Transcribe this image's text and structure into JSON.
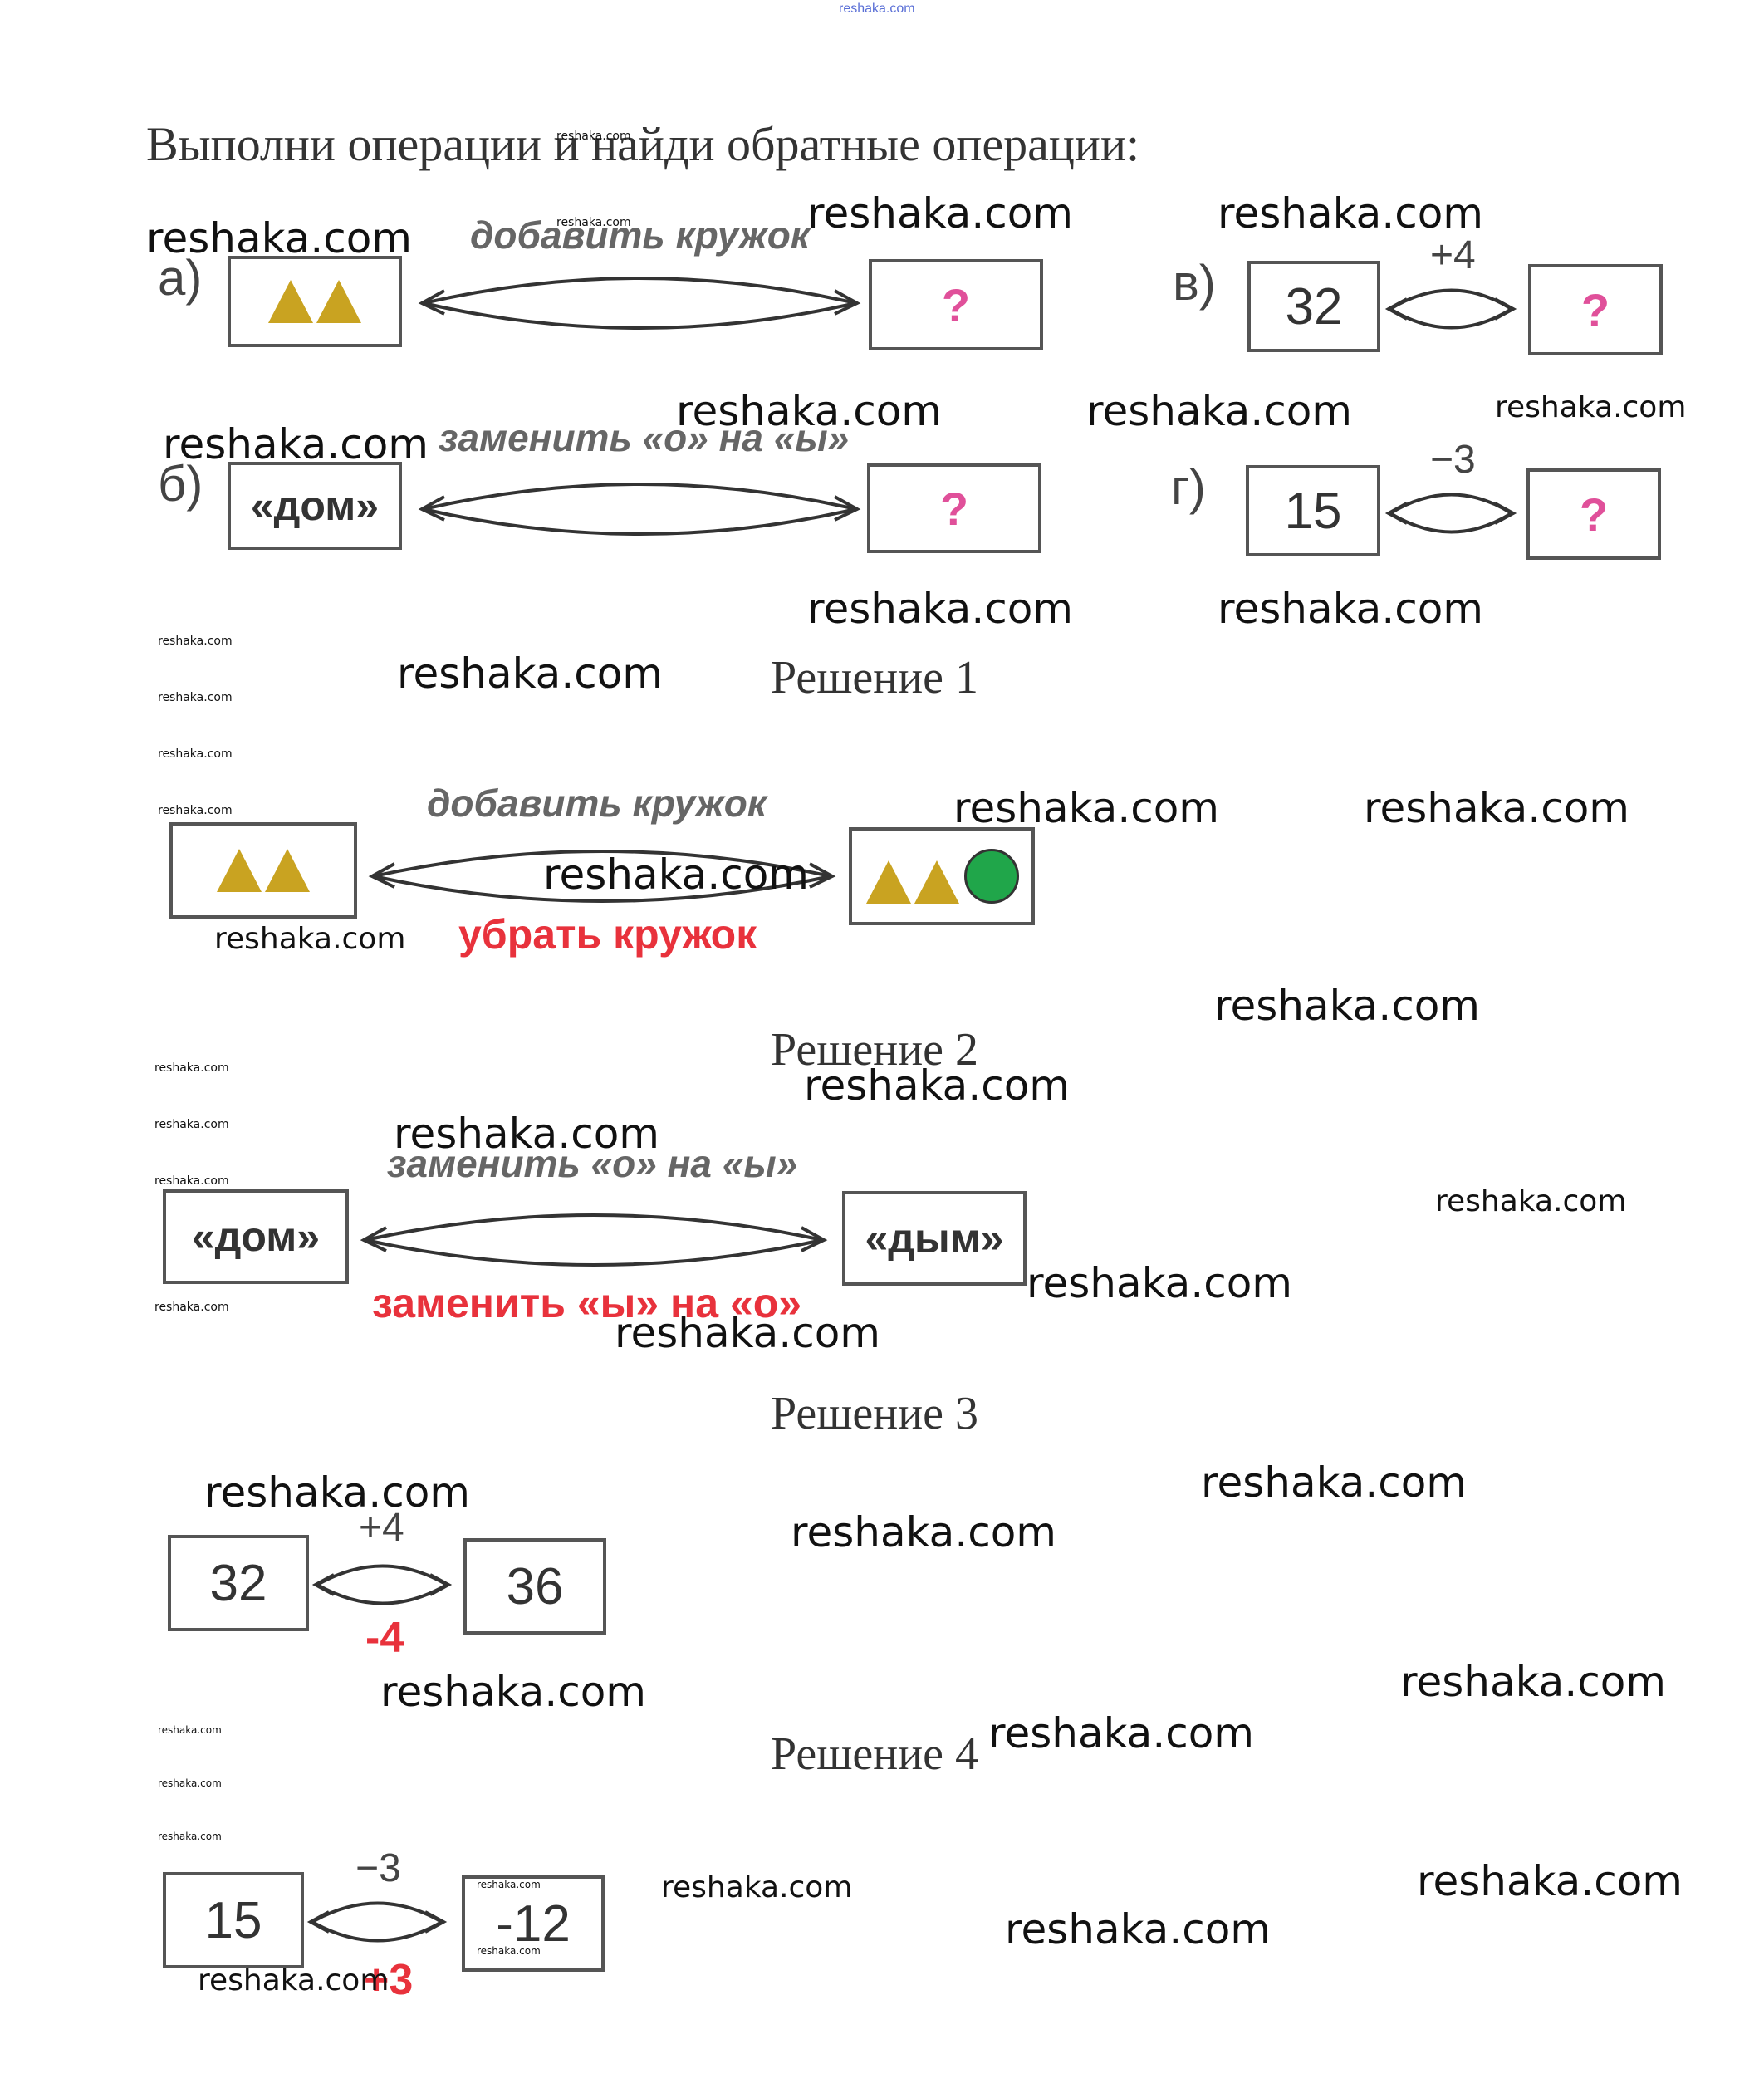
{
  "site_tag": "reshaka.com",
  "task_title": "Выполни операции и найди обратные операции:",
  "problem": {
    "a": {
      "label": "а)",
      "op": "добавить кружок",
      "result": "?"
    },
    "b": {
      "label": "б)",
      "value": "«дом»",
      "op": "заменить «о» на «ы»",
      "result": "?"
    },
    "v": {
      "label": "в)",
      "value": "32",
      "op": "+4",
      "result": "?"
    },
    "g": {
      "label": "г)",
      "value": "15",
      "op": "−3",
      "result": "?"
    }
  },
  "solution1": {
    "heading": "Решение 1",
    "op": "добавить кружок",
    "inverse": "убрать кружок"
  },
  "solution2": {
    "heading": "Решение 2",
    "value": "«дом»",
    "op": "заменить «о» на «ы»",
    "result": "«дым»",
    "inverse": "заменить «ы» на «о»"
  },
  "solution3": {
    "heading": "Решение 3",
    "value": "32",
    "op": "+4",
    "result": "36",
    "inverse": "-4"
  },
  "solution4": {
    "heading": "Решение 4",
    "value": "15",
    "op": "−3",
    "result": "-12",
    "inverse": "+3"
  },
  "watermark": "reshaka.com",
  "colors": {
    "triangle": "#c9a321",
    "circle": "#20a64a",
    "question": "#e0509a",
    "inverse": "#e8323c"
  }
}
